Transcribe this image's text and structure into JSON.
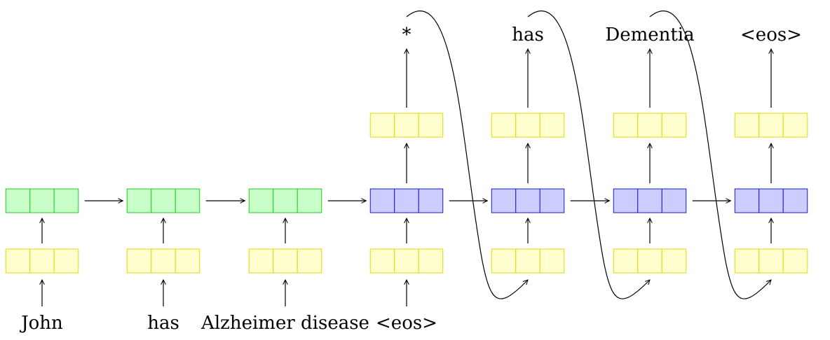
{
  "encoder": {
    "inputs": [
      "John",
      "has",
      "Alzheimer disease"
    ]
  },
  "decoder": {
    "inputs": [
      "<eos>"
    ],
    "outputs": [
      "*",
      "has",
      "Dementia",
      "<eos>"
    ]
  },
  "cells_per_block": 3,
  "colors": {
    "embedding_fill": "#ffffd0",
    "embedding_stroke": "#e6d800",
    "encoder_fill": "#c8ffc8",
    "encoder_stroke": "#22cc22",
    "decoder_fill": "#ccccff",
    "decoder_stroke": "#1a1acc",
    "line": "#000000"
  }
}
